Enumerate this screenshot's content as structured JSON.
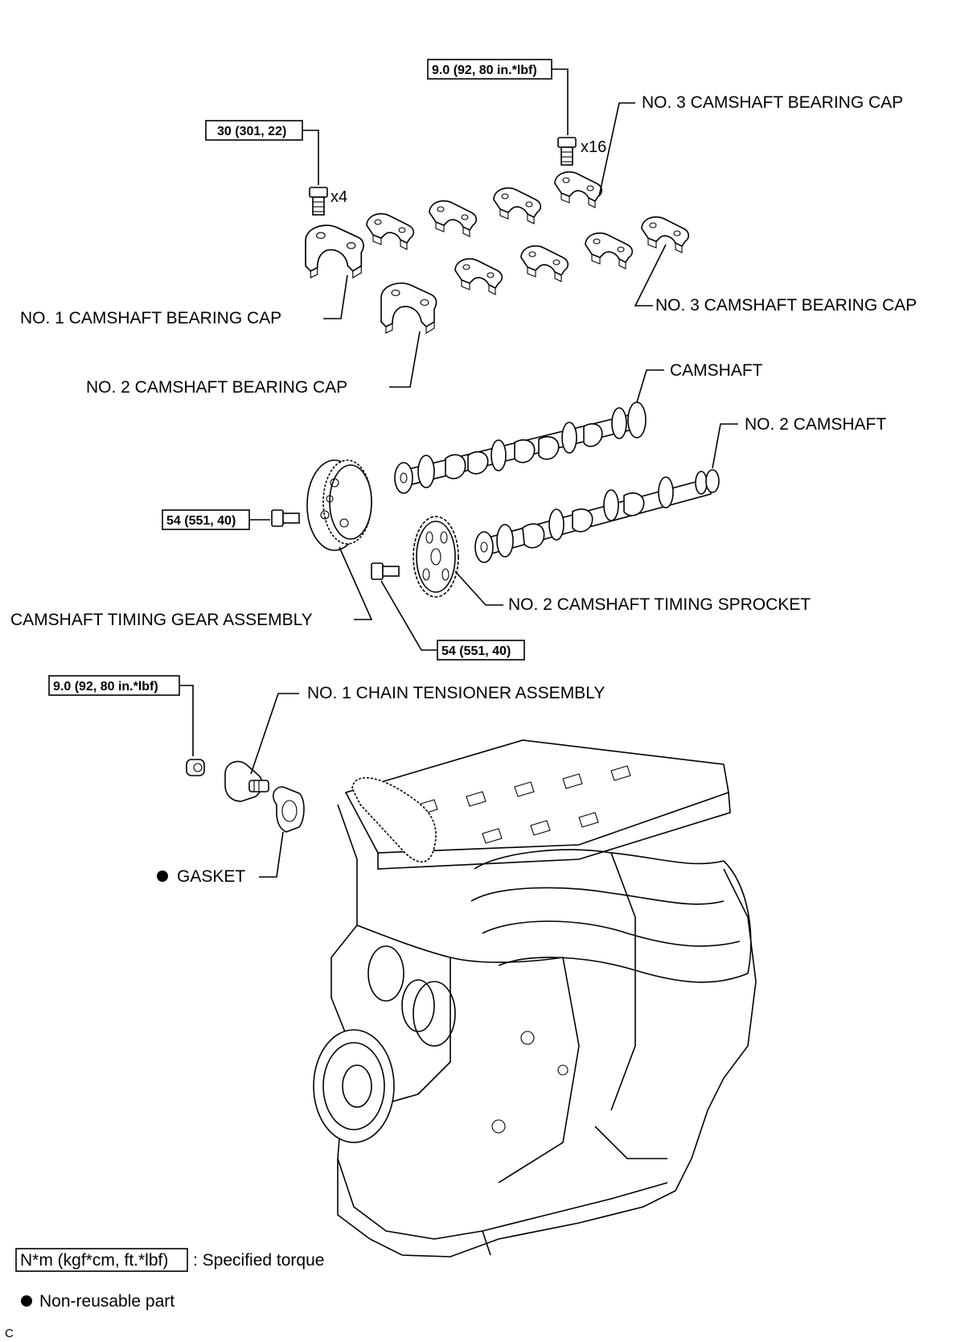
{
  "labels": {
    "no3_cap_top": "NO. 3 CAMSHAFT BEARING CAP",
    "no3_cap_right": "NO. 3 CAMSHAFT BEARING CAP",
    "no1_cap": "NO. 1 CAMSHAFT BEARING CAP",
    "no2_cap": "NO. 2 CAMSHAFT BEARING CAP",
    "camshaft": "CAMSHAFT",
    "no2_camshaft": "NO. 2 CAMSHAFT",
    "timing_gear": "CAMSHAFT TIMING GEAR ASSEMBLY",
    "timing_sprocket": "NO. 2 CAMSHAFT TIMING SPROCKET",
    "chain_tensioner": "NO. 1 CHAIN TENSIONER ASSEMBLY",
    "gasket": "GASKET"
  },
  "torques": {
    "cap_bolts_small": "9.0 (92, 80 in.*lbf)",
    "cap_bolts_large": "30 (301, 22)",
    "timing_gear_bolt": "54 (551, 40)",
    "sprocket_bolt": "54 (551, 40)",
    "tensioner_nut": "9.0 (92, 80 in.*lbf)"
  },
  "counts": {
    "small_bolts": "x16",
    "large_bolts": "x4"
  },
  "legend": {
    "torque_unit": "N*m (kgf*cm, ft.*lbf)",
    "torque_desc": ": Specified torque",
    "nonreusable_desc": "Non-reusable part"
  },
  "corner_mark": "C"
}
